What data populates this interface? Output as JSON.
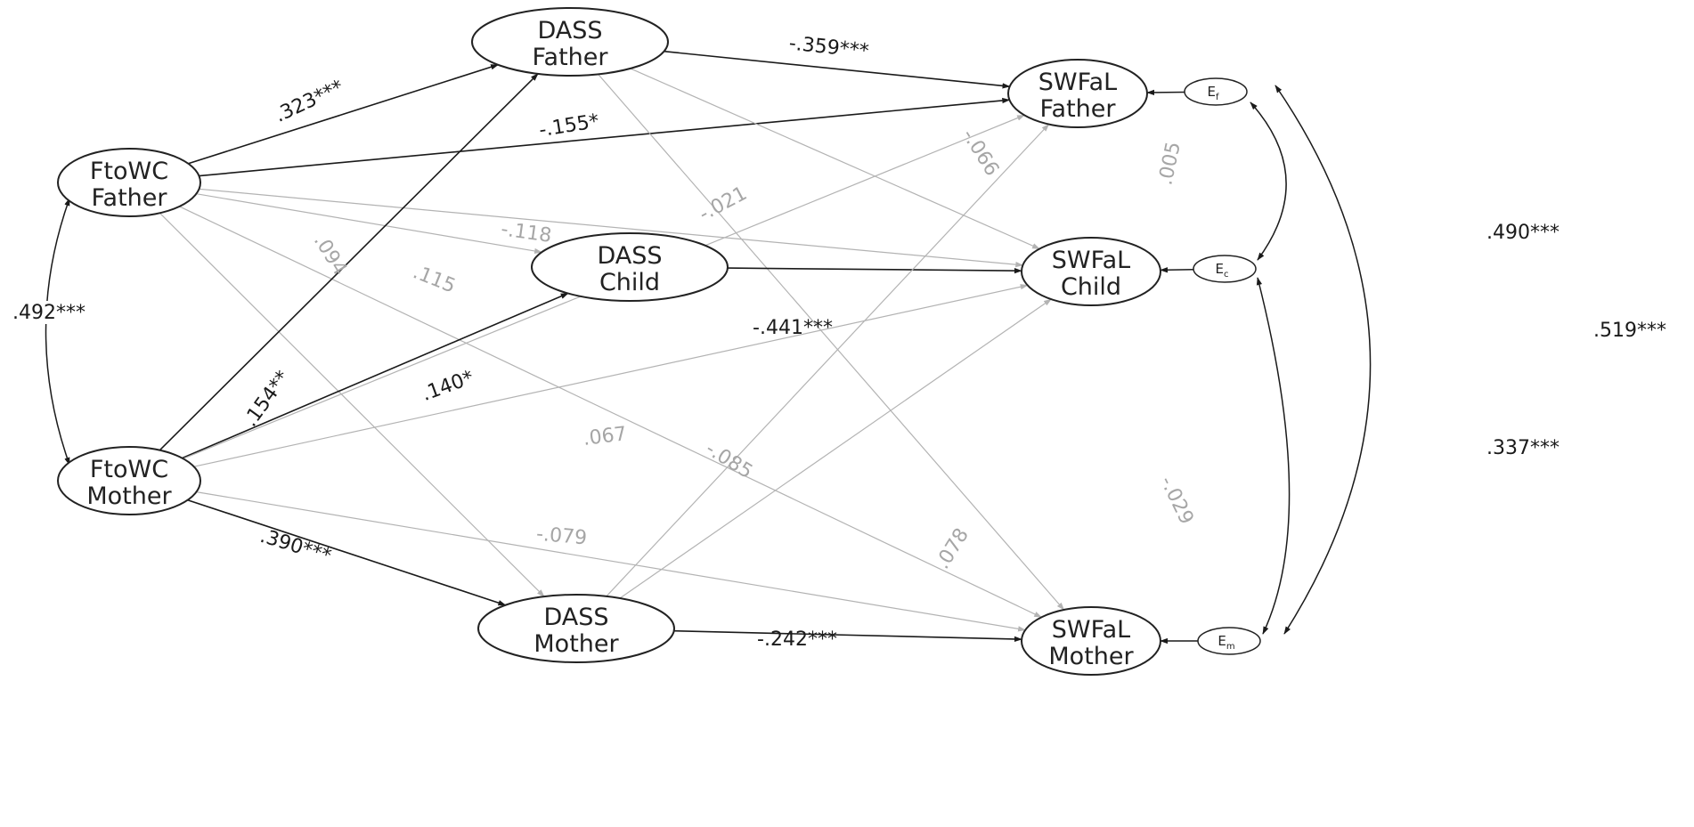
{
  "nodes": [
    {
      "id": "ftowc_father",
      "line1": "FtoWC",
      "line2": "Father"
    },
    {
      "id": "ftowc_mother",
      "line1": "FtoWC",
      "line2": "Mother"
    },
    {
      "id": "dass_father",
      "line1": "DASS",
      "line2": "Father"
    },
    {
      "id": "dass_child",
      "line1": "DASS",
      "line2": "Child"
    },
    {
      "id": "dass_mother",
      "line1": "DASS",
      "line2": "Mother"
    },
    {
      "id": "swfal_father",
      "line1": "SWFaL",
      "line2": "Father"
    },
    {
      "id": "swfal_child",
      "line1": "SWFaL",
      "line2": "Child"
    },
    {
      "id": "swfal_mother",
      "line1": "SWFaL",
      "line2": "Mother"
    }
  ],
  "error_terms": [
    {
      "id": "e_f",
      "base": "E",
      "sub": "f"
    },
    {
      "id": "e_c",
      "base": "E",
      "sub": "c"
    },
    {
      "id": "e_m",
      "base": "E",
      "sub": "m"
    }
  ],
  "paths": [
    {
      "from": "ftowc_father",
      "to": "dass_father",
      "label": ".323***",
      "significant": true
    },
    {
      "from": "ftowc_father",
      "to": "swfal_father",
      "label": "-.155*",
      "significant": true
    },
    {
      "from": "ftowc_father",
      "to": "swfal_child",
      "label": "-.118",
      "significant": false
    },
    {
      "from": "ftowc_father",
      "to": "dass_child",
      "label": ".115",
      "significant": false
    },
    {
      "from": "ftowc_father",
      "to": "dass_mother",
      "label": ".094",
      "significant": false
    },
    {
      "from": "ftowc_father",
      "to": "swfal_mother",
      "label": "-.085",
      "significant": false
    },
    {
      "from": "ftowc_mother",
      "to": "dass_father",
      "label": ".154**",
      "significant": true
    },
    {
      "from": "ftowc_mother",
      "to": "dass_child",
      "label": ".140*",
      "significant": true
    },
    {
      "from": "ftowc_mother",
      "to": "dass_mother",
      "label": ".390***",
      "significant": true
    },
    {
      "from": "ftowc_mother",
      "to": "swfal_father",
      "label": "-.021",
      "significant": false
    },
    {
      "from": "ftowc_mother",
      "to": "swfal_child",
      "label": ".067",
      "significant": false
    },
    {
      "from": "ftowc_mother",
      "to": "swfal_mother",
      "label": "-.079",
      "significant": false
    },
    {
      "from": "dass_father",
      "to": "swfal_father",
      "label": "-.359***",
      "significant": true
    },
    {
      "from": "dass_father",
      "to": "swfal_child",
      "label": "-.066",
      "significant": false
    },
    {
      "from": "dass_father",
      "to": "swfal_mother",
      "label": "-.029",
      "significant": false
    },
    {
      "from": "dass_child",
      "to": "swfal_child",
      "label": "-.441***",
      "significant": true
    },
    {
      "from": "dass_mother",
      "to": "swfal_mother",
      "label": "-.242***",
      "significant": true
    },
    {
      "from": "dass_mother",
      "to": "swfal_father",
      "label": ".005",
      "significant": false
    },
    {
      "from": "dass_mother",
      "to": "swfal_child",
      "label": ".078",
      "significant": false
    }
  ],
  "error_paths": [
    {
      "from": "e_f",
      "to": "swfal_father"
    },
    {
      "from": "e_c",
      "to": "swfal_child"
    },
    {
      "from": "e_m",
      "to": "swfal_mother"
    }
  ],
  "covariances": [
    {
      "a": "ftowc_father",
      "b": "ftowc_mother",
      "label": ".492***"
    },
    {
      "a": "e_f",
      "b": "e_c",
      "label": ".490***"
    },
    {
      "a": "e_c",
      "b": "e_m",
      "label": ".337***"
    },
    {
      "a": "e_f",
      "b": "e_m",
      "label": ".519***"
    }
  ],
  "colors": {
    "significant": "#1a1a1a",
    "nonsignificant": "#b3b3b3"
  }
}
